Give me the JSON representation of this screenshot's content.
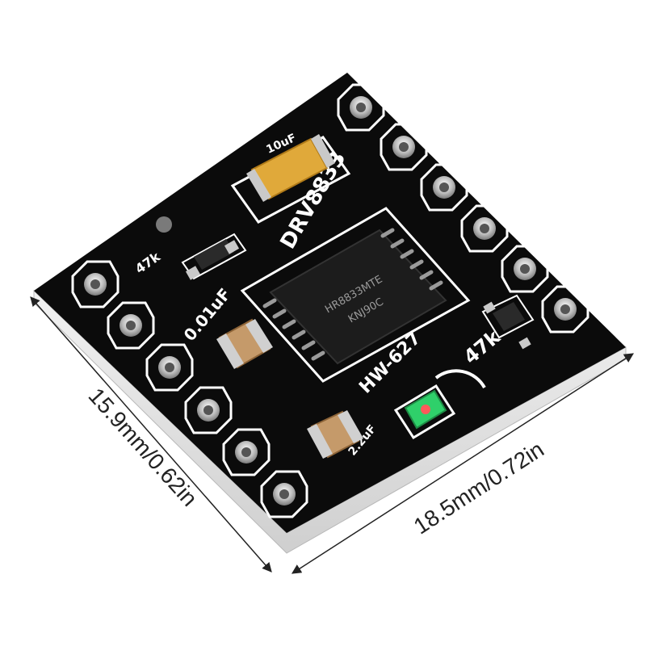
{
  "board": {
    "chip_label": "DRV8833",
    "model_label": "HW-627",
    "cap_top_label": "10uF",
    "cap_left_label": "0.01uF",
    "res_left_label": "47k",
    "res_right_label": "47k",
    "cap_bottom_label": "2.2uF",
    "ic_marking_line1": "HR8833MTE",
    "ic_marking_line2": "KNJ90C",
    "colors": {
      "pcb": "#0b0b0b",
      "silkscreen": "#ffffff",
      "pad": "#d8d8d8",
      "tantalum": "#e0a93a",
      "ic": "#1c1c1c",
      "led": "#2fd06a"
    }
  },
  "dimensions": {
    "width_label": "18.5mm/0.72in",
    "height_label": "15.9mm/0.62in"
  }
}
